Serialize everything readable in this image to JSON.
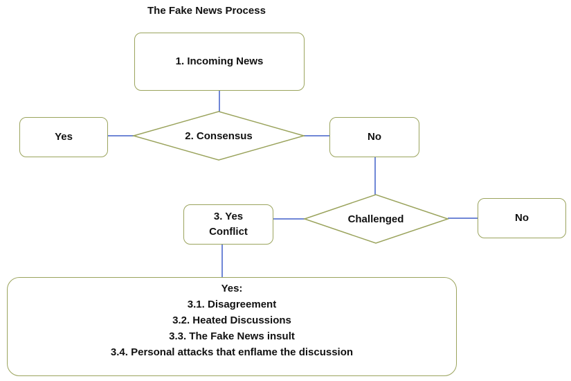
{
  "title": "The Fake News Process",
  "nodes": {
    "incoming_news": "1. Incoming News",
    "consensus": "2. Consensus",
    "consensus_yes": "Yes",
    "consensus_no": "No",
    "challenged": "Challenged",
    "challenged_no": "No",
    "conflict_line1": "3. Yes",
    "conflict_line2": "Conflict"
  },
  "conflict_details": {
    "heading": "Yes:",
    "items": [
      "3.1. Disagreement",
      "3.2. Heated Discussions",
      "3.3. The Fake News insult",
      "3.4. Personal attacks that enflame the discussion"
    ]
  },
  "colors": {
    "box_border": "#9aa35c",
    "connector": "#6f86d6"
  }
}
